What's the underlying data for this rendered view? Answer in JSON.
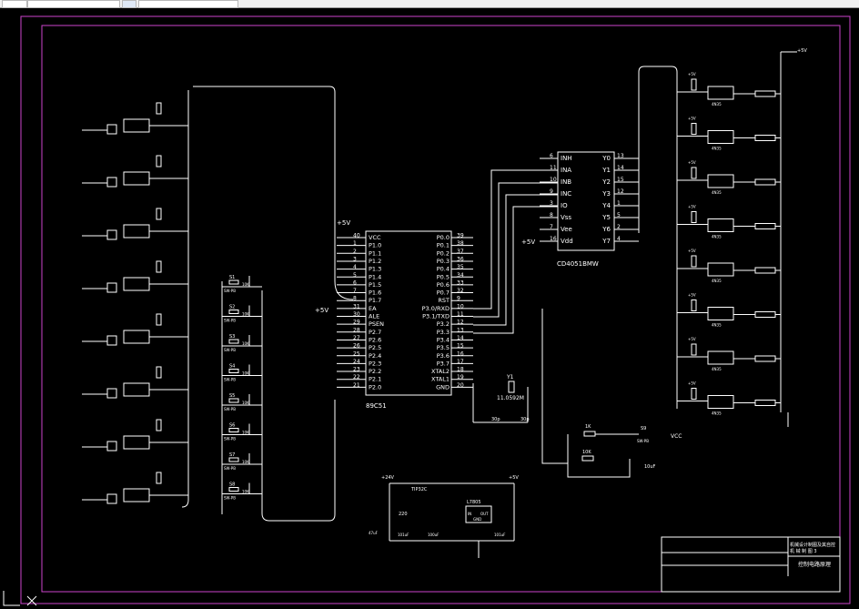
{
  "colors": {
    "background": "#000000",
    "wire": "#ffffff",
    "frame": "#cc44cc",
    "toolbar": "#f0f0f0"
  },
  "mcu": {
    "name": "89C51",
    "left_pins": [
      {
        "num": "40",
        "label": "VCC"
      },
      {
        "num": "1",
        "label": "P1.0"
      },
      {
        "num": "2",
        "label": "P1.1"
      },
      {
        "num": "3",
        "label": "P1.2"
      },
      {
        "num": "4",
        "label": "P1.3"
      },
      {
        "num": "5",
        "label": "P1.4"
      },
      {
        "num": "6",
        "label": "P1.5"
      },
      {
        "num": "7",
        "label": "P1.6"
      },
      {
        "num": "8",
        "label": "P1.7"
      },
      {
        "num": "31",
        "label": "EA"
      },
      {
        "num": "30",
        "label": "ALE"
      },
      {
        "num": "29",
        "label": "PSEN"
      },
      {
        "num": "28",
        "label": "P2.7"
      },
      {
        "num": "27",
        "label": "P2.6"
      },
      {
        "num": "26",
        "label": "P2.5"
      },
      {
        "num": "25",
        "label": "P2.4"
      },
      {
        "num": "24",
        "label": "P2.3"
      },
      {
        "num": "23",
        "label": "P2.2"
      },
      {
        "num": "22",
        "label": "P2.1"
      },
      {
        "num": "21",
        "label": "P2.0"
      }
    ],
    "right_pins": [
      {
        "num": "39",
        "label": "P0.0"
      },
      {
        "num": "38",
        "label": "P0.1"
      },
      {
        "num": "37",
        "label": "P0.2"
      },
      {
        "num": "36",
        "label": "P0.3"
      },
      {
        "num": "35",
        "label": "P0.4"
      },
      {
        "num": "34",
        "label": "P0.5"
      },
      {
        "num": "33",
        "label": "P0.6"
      },
      {
        "num": "32",
        "label": "P0.7"
      },
      {
        "num": "9",
        "label": "RST"
      },
      {
        "num": "10",
        "label": "P3.0/RXD"
      },
      {
        "num": "11",
        "label": "P3.1/TXD"
      },
      {
        "num": "12",
        "label": "P3.2"
      },
      {
        "num": "13",
        "label": "P3.3"
      },
      {
        "num": "14",
        "label": "P3.4"
      },
      {
        "num": "15",
        "label": "P3.5"
      },
      {
        "num": "16",
        "label": "P3.6"
      },
      {
        "num": "17",
        "label": "P3.7"
      },
      {
        "num": "18",
        "label": "XTAL2"
      },
      {
        "num": "19",
        "label": "XTAL1"
      },
      {
        "num": "20",
        "label": "GND"
      }
    ]
  },
  "mux": {
    "name": "CD4051BMW",
    "left_pins": [
      {
        "num": "6",
        "label": "INH"
      },
      {
        "num": "11",
        "label": "INA"
      },
      {
        "num": "10",
        "label": "INB"
      },
      {
        "num": "9",
        "label": "INC"
      },
      {
        "num": "3",
        "label": "IO"
      },
      {
        "num": "8",
        "label": "Vss"
      },
      {
        "num": "7",
        "label": "Vee"
      },
      {
        "num": "16",
        "label": "Vdd"
      }
    ],
    "right_pins": [
      {
        "num": "13",
        "label": "Y0"
      },
      {
        "num": "14",
        "label": "Y1"
      },
      {
        "num": "15",
        "label": "Y2"
      },
      {
        "num": "12",
        "label": "Y3"
      },
      {
        "num": "1",
        "label": "Y4"
      },
      {
        "num": "5",
        "label": "Y5"
      },
      {
        "num": "2",
        "label": "Y6"
      },
      {
        "num": "4",
        "label": "Y7"
      }
    ]
  },
  "labels": {
    "vcc_mcu": "+5V",
    "ea_supply": "+5V",
    "mux_vdd": "+5V",
    "crystal": "Y1",
    "crystal_freq": "11.0592M",
    "cap_a": "30p",
    "cap_b": "30p",
    "r_1k": "1K",
    "r_10k": "10K",
    "reset_cap": "10uF",
    "vcc": "VCC",
    "reset_sw": "S9",
    "reset_sw_type": "SW-PB",
    "regulator": "L7805",
    "reg_in": "IN",
    "reg_out": "OUT",
    "reg_gnd": "GND",
    "transistor": "TIP32C",
    "v_in": "+24V",
    "v_out": "+5V",
    "reg_caps": [
      "47uF",
      "101uF",
      "100uF",
      "101uF"
    ],
    "r_220": "220",
    "right_vcc": "+5V",
    "opto": "4N35",
    "pullup": "10K",
    "sw_prefix": "S",
    "sw_type": "SW-PB",
    "rail_r": "10K"
  },
  "title_block": {
    "line1": "机械设计制图及其自控",
    "line2": "机 械 制 图 3",
    "drawing_name": "控制电路原理"
  }
}
